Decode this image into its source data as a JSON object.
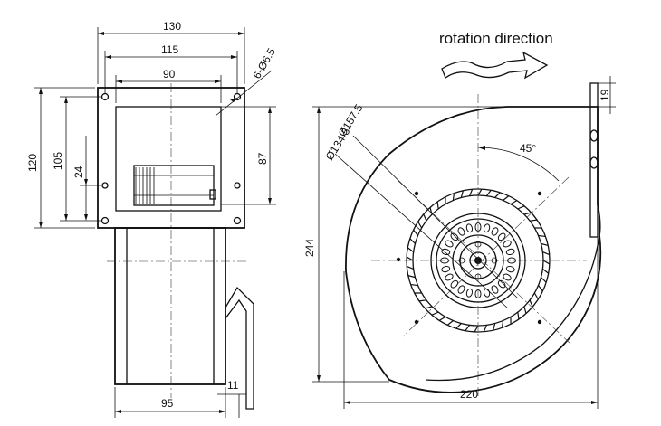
{
  "side_view": {
    "dims": {
      "width_130": "130",
      "width_115": "115",
      "width_90": "90",
      "hole": "6-Ø6.5",
      "height_120": "120",
      "height_105": "105",
      "height_24": "24",
      "height_87": "87",
      "depth_95": "95",
      "depth_11": "11"
    }
  },
  "front_view": {
    "title": "rotation direction",
    "dims": {
      "dia_157": "Ø157.5",
      "dia_134": "Ø134.5",
      "angle": "45°",
      "offset_19": "19",
      "height_244": "244",
      "width_220": "220"
    }
  },
  "colors": {
    "line": "#111111",
    "background": "#ffffff"
  }
}
